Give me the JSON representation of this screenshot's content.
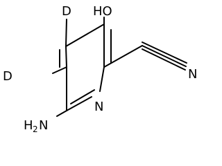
{
  "molecule": {
    "atoms": {
      "hydroxyl": "HO",
      "nitrile_n": "N",
      "ring_n": "N",
      "deuterium_top": "D",
      "deuterium_left": "D",
      "amine_h": "H",
      "amine_h_count": "2",
      "amine_n": "N"
    }
  }
}
